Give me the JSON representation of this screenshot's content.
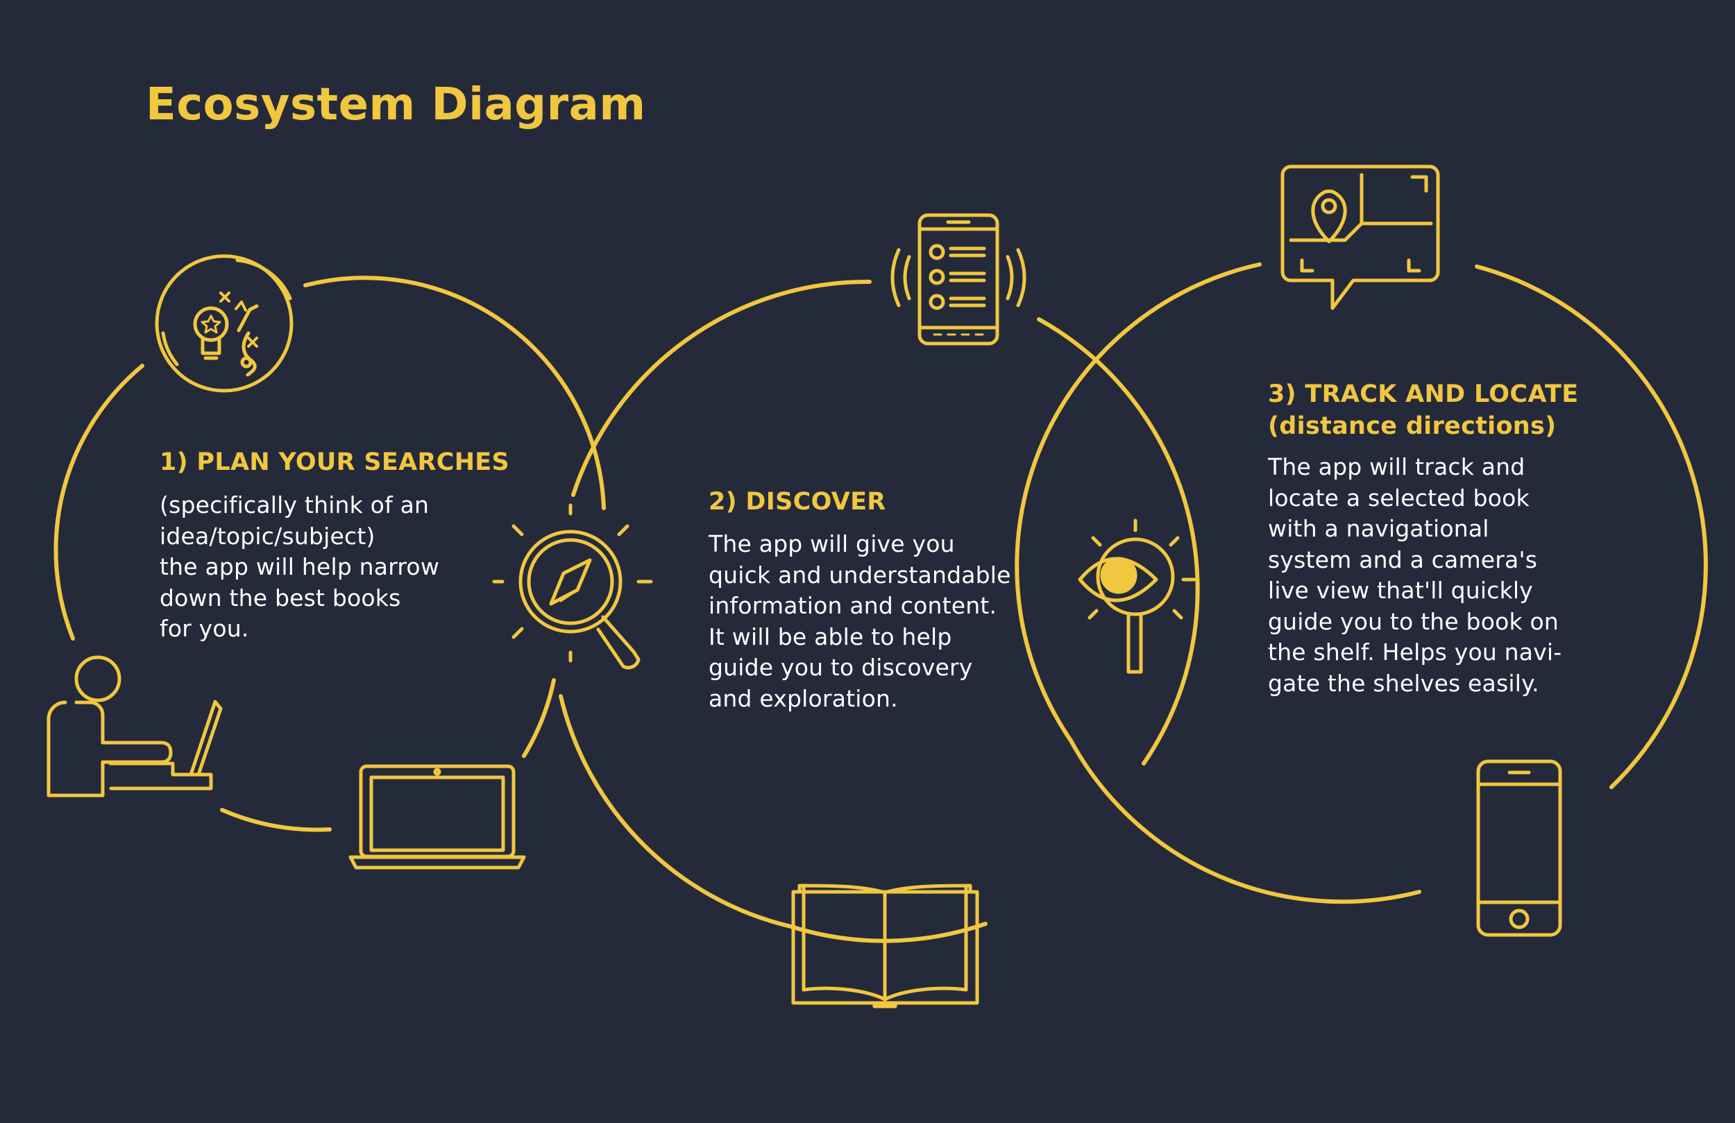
{
  "title": "Ecosystem Diagram",
  "colors": {
    "background": "#252a3a",
    "accent": "#f1c740",
    "text": "#ffffff"
  },
  "steps": [
    {
      "heading": "1) PLAN YOUR SEARCHES",
      "body": "(specifically think of an\nidea/topic/subject)\nthe app will help narrow\ndown the best books\nfor you."
    },
    {
      "heading": "2) DISCOVER",
      "body": "The app will give you\nquick and understandable\ninformation and content.\nIt will be able to help\nguide you to discovery\nand exploration."
    },
    {
      "heading": "3) TRACK AND LOCATE\n(distance directions)",
      "body": "The app will track and\nlocate a selected book\nwith a navigational\nsystem and a camera's\nlive view that'll quickly\nguide you to the book on\nthe shelf. Helps you navi-\ngate the shelves easily."
    }
  ],
  "icons": [
    "lightbulb-strategy-icon",
    "person-at-laptop-icon",
    "laptop-icon",
    "magnifier-compass-icon",
    "smartphone-list-icon",
    "open-book-icon",
    "eye-magnifier-icon",
    "map-pin-icon",
    "smartphone-icon"
  ]
}
